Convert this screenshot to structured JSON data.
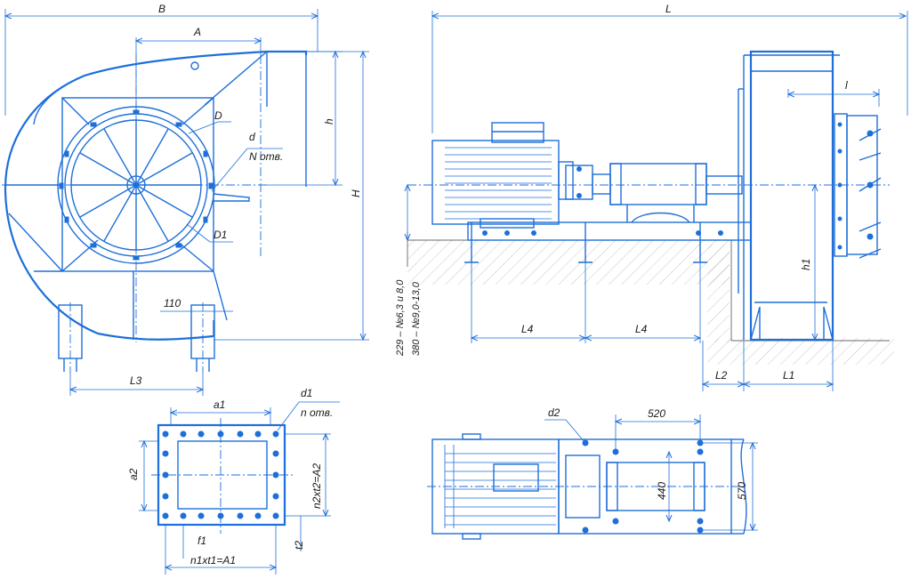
{
  "labels": {
    "B": "B",
    "A": "A",
    "D": "D",
    "d": "d",
    "N_otv": "N отв.",
    "D1": "D1",
    "h": "h",
    "H": "H",
    "dim_110": "110",
    "L3": "L3",
    "L": "L",
    "l_small": "l",
    "h1": "h1",
    "L4_a": "L4",
    "L4_b": "L4",
    "L2": "L2",
    "L1": "L1",
    "sizes_1": "229 – №6,3 и 8,0",
    "sizes_2": "380 – №9,0-13,0",
    "a1": "a1",
    "d1": "d1",
    "n_otv": "n отв.",
    "a2": "a2",
    "n2t2": "n2xt2=A2",
    "f1": "f1",
    "t2": "t2",
    "n1t1": "n1xt1=A1",
    "d2": "d2",
    "dim_520": "520",
    "dim_440": "440",
    "dim_570": "570"
  },
  "colors": {
    "line": "#1e6fd9",
    "text": "#1a1a1a",
    "ground": "#3a3a3a"
  }
}
